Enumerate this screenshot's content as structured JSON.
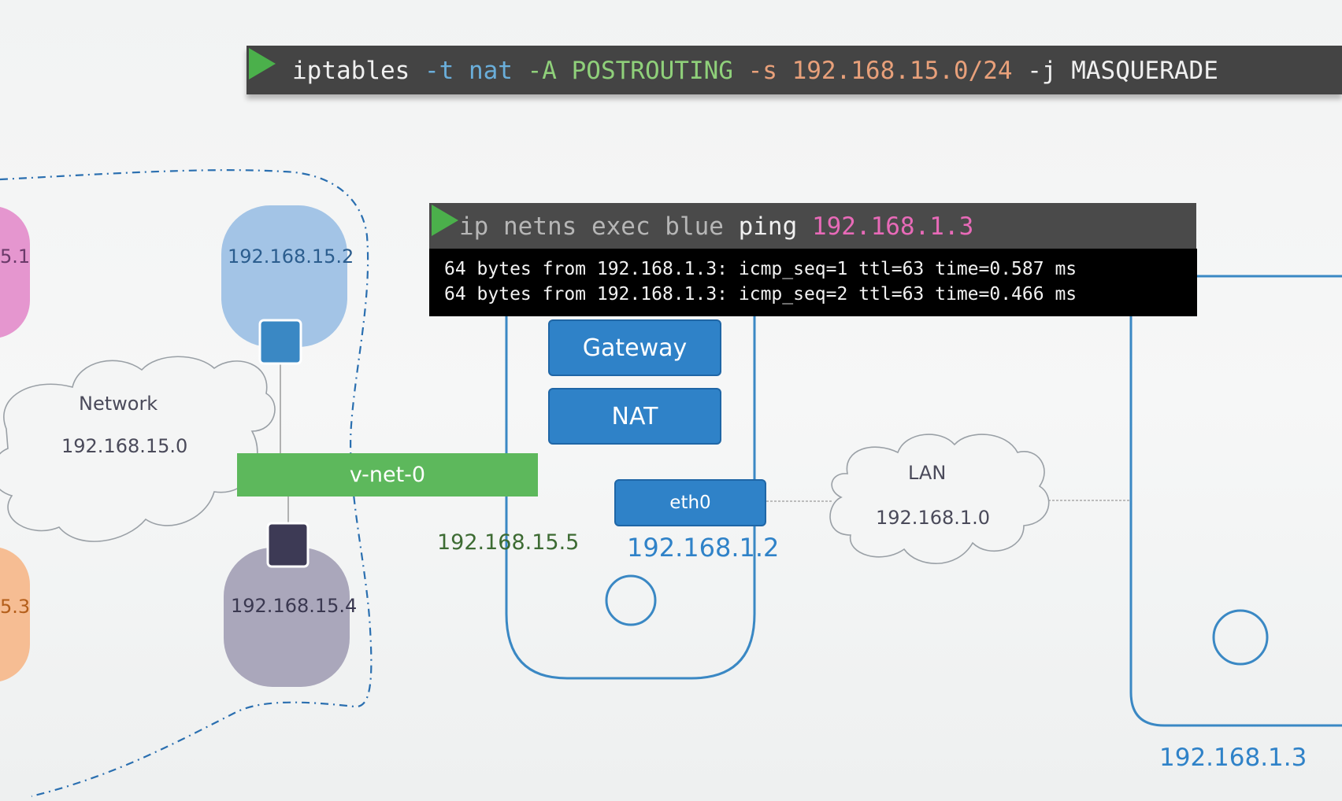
{
  "terminal_top": {
    "command": [
      {
        "text": "iptables",
        "color": "#f0f0f0"
      },
      {
        "text": " -t",
        "color": "#6aaeda"
      },
      {
        "text": " nat",
        "color": "#6aaeda"
      },
      {
        "text": " -A",
        "color": "#8fd07a"
      },
      {
        "text": " POSTROUTING",
        "color": "#8fd07a"
      },
      {
        "text": " -s",
        "color": "#e8a07a"
      },
      {
        "text": " 192.168.15.0/24",
        "color": "#e8a07a"
      },
      {
        "text": " -j",
        "color": "#f0f0f0"
      },
      {
        "text": " MASQUERADE",
        "color": "#f0f0f0"
      }
    ]
  },
  "terminal_ping": {
    "cmd_part1": "ip netns exec blue ",
    "cmd_part2": "ping ",
    "cmd_part3": "192.168.1.3",
    "output": [
      "64 bytes from 192.168.1.3: icmp_seq=1 ttl=63 time=0.587 ms",
      "64 bytes from 192.168.1.3: icmp_seq=2 ttl=63 time=0.466 ms"
    ]
  },
  "namespaces": {
    "red_ip_partial": "5.1",
    "blue_ip": "192.168.15.2",
    "orange_ip_partial": "5.3",
    "grey_ip": "192.168.15.4"
  },
  "network_cloud": {
    "title": "Network",
    "subnet": "192.168.15.0"
  },
  "bridge": {
    "label": "v-net-0",
    "ip": "192.168.15.5"
  },
  "host1": {
    "gateway_label": "Gateway",
    "nat_label": "NAT",
    "eth0_label": "eth0",
    "ip": "192.168.1.2"
  },
  "lan_cloud": {
    "title": "LAN",
    "subnet": "192.168.1.0"
  },
  "host2": {
    "ip": "192.168.1.3"
  },
  "colors": {
    "blue_ns": "#a3c4e6",
    "grey_ns": "#aaa7bb",
    "pink_ns": "#e596cf",
    "orange_ns": "#f6bd93",
    "host_border": "#3a88c4",
    "bridge": "#5db85c",
    "accent_blue": "#2f82c8"
  }
}
